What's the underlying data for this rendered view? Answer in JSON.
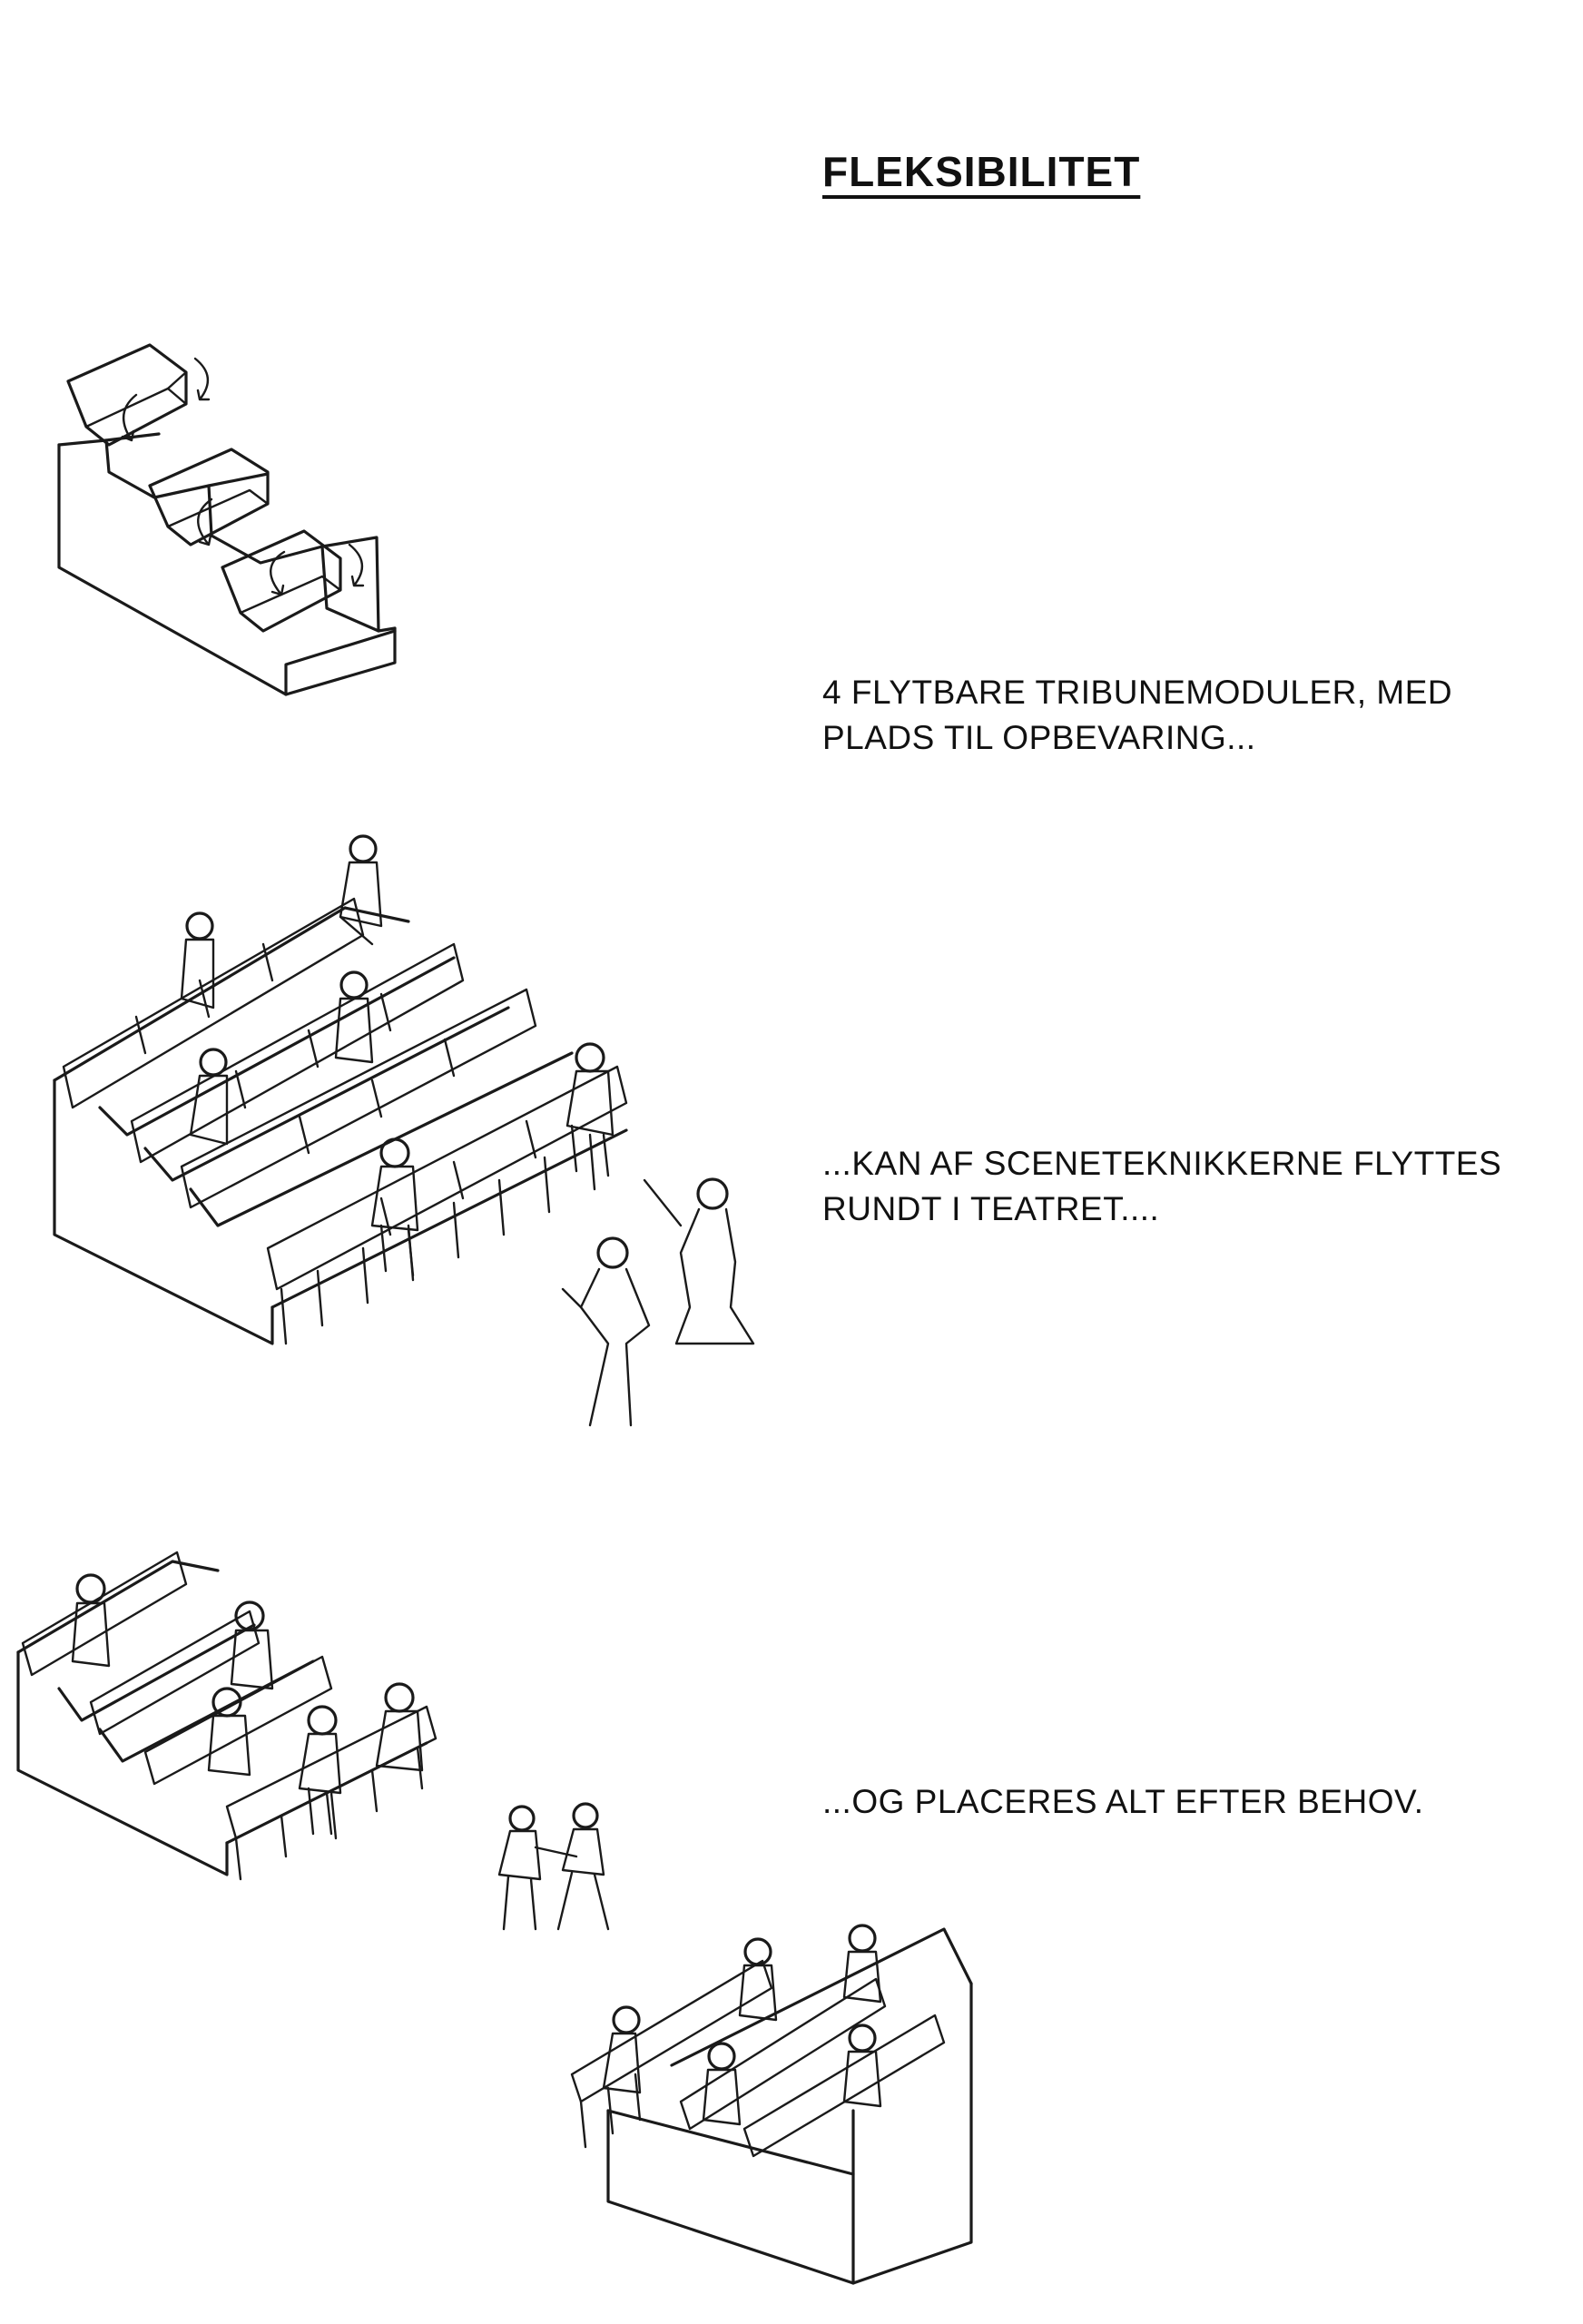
{
  "title": "FLEKSIBILITET",
  "captions": {
    "step1": {
      "line1": "4 FLYTBARE TRIBUNEMODULER, MED",
      "line2": "PLADS TIL OPBEVARING..."
    },
    "step2": {
      "line1": "...KAN AF SCENETEKNIKKERNE FLYTTES",
      "line2": "RUNDT I TEATRET...."
    },
    "step3": {
      "line1": "...OG PLACERES ALT EFTER BEHOV."
    }
  },
  "ink_color": "#1a1a1a"
}
